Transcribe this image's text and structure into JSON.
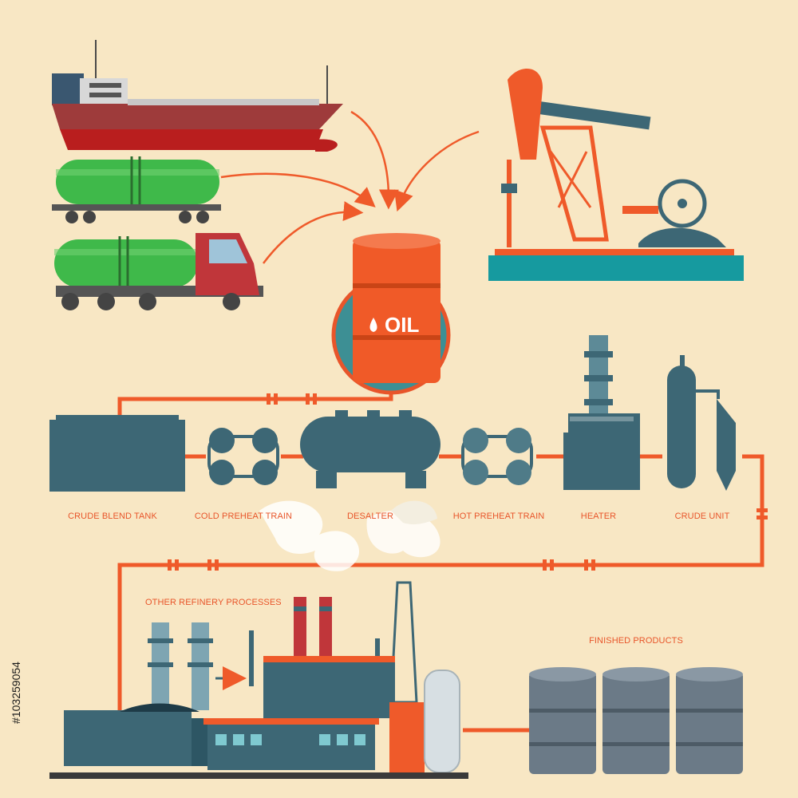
{
  "barrel": {
    "label": "OIL"
  },
  "stages": [
    {
      "id": "crude-blend-tank",
      "label": "CRUDE BLEND TANK"
    },
    {
      "id": "cold-preheat-train",
      "label": "COLD PREHEAT TRAIN"
    },
    {
      "id": "desalter",
      "label": "DESALTER"
    },
    {
      "id": "hot-preheat-train",
      "label": "HOT PREHEAT TRAIN"
    },
    {
      "id": "heater",
      "label": "HEATER"
    },
    {
      "id": "crude-unit",
      "label": "CRUDE UNIT"
    }
  ],
  "refinery": {
    "label": "OTHER REFINERY PROCESSES"
  },
  "products": {
    "label": "FINISHED PRODUCTS"
  },
  "watermark": {
    "text": "#103259054"
  },
  "colors": {
    "background": "#f8e7c4",
    "pipe": "#ef5a2a",
    "equipment": "#3d6775",
    "label": "#e8552a",
    "barrel": "#f05a28",
    "tanker_green": "#3fb94a",
    "ship_hull": "#9e3b3b"
  }
}
